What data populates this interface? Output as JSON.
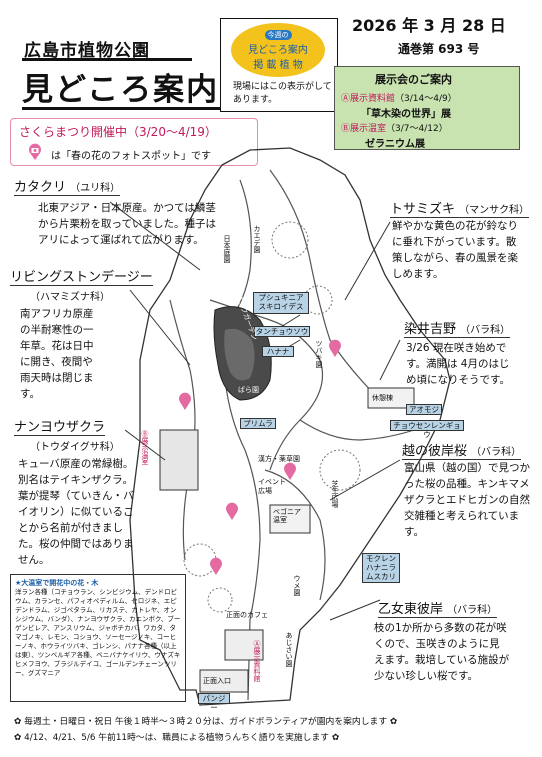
{
  "header": {
    "park": "広島市植物公園",
    "title": "見どころ案内",
    "date": "2026 年 3 月 28 日",
    "issue": "通巻第 693 号"
  },
  "sample": {
    "tag": "今週の",
    "line1": "見どころ案内",
    "line2": "掲 載 植 物",
    "note": "現場にはこの表示がしてあります。"
  },
  "exhibitions": {
    "title": "展示会のご案内",
    "items": [
      {
        "mark": "Ⓐ展示資料館",
        "dates": "（3/14〜4/9）",
        "name": "「草木染の世界」展"
      },
      {
        "mark": "Ⓑ展示温室",
        "dates": "（3/7〜4/12）",
        "name": "ゼラニウム展"
      }
    ]
  },
  "sakura": {
    "title": "さくらまつり開催中（3/20〜4/19）",
    "note": "は「春の花のフォトスポット」です"
  },
  "plants": {
    "katakuri": {
      "name": "カタクリ",
      "family": "（ユリ科）",
      "desc": "北東アジア・日本原産。かつては鱗茎から片栗粉を取っていました。種子はアリによって運ばれて広がります。"
    },
    "livingstone": {
      "name": "リビングストンデージー",
      "family": "（ハマミズナ科）",
      "desc": "南アフリカ原産の半耐寒性の一年草。花は日中に開き、夜間や雨天時は閉じます。"
    },
    "nanyo": {
      "name": "ナンヨウザクラ",
      "family": "（トウダイグサ科）",
      "desc": "キューバ原産の常緑樹。別名はテイキンザクラ。葉が提琴（ていきん・バイオリン）に似ていることから名前が付きました。桜の仲間ではありません。"
    },
    "tosamizuki": {
      "name": "トサミズキ",
      "family": "（マンサク科）",
      "desc": "鮮やかな黄色の花が鈴なりに垂れ下がっています。散策しながら、春の風景を楽しめます。"
    },
    "someiyoshino": {
      "name": "染井吉野",
      "family": "（バラ科）",
      "desc": "3/26 現在咲き始めです。満開は 4月のはじめ頃になりそうです。"
    },
    "koshinohigan": {
      "name": "越の彼岸桜",
      "family": "（バラ科）",
      "desc": "富山県（越の国）で見つかった桜の品種。キンキマメザクラとエドヒガンの自然交雑種と考えられています。"
    },
    "otomehigan": {
      "name": "乙女東彼岸",
      "family": "（バラ科）",
      "desc": "枝の1か所から多数の花が咲くので、玉咲きのように見えます。栽培している施設が少ない珍しい桜です。"
    }
  },
  "map_labels": {
    "pushkinia": "プシュキニア\nスキロイデス",
    "tanchou": "タンチョウソウ",
    "hanana": "ハナナ",
    "primula": "プリムラ",
    "aomoji": "アオモジ",
    "chouseng": "チョウセンレンギョウ",
    "mokuren": "モクレン\nハナニラ\nムスカリ",
    "pansy": "パンジー",
    "nihonteien": "日本庭園",
    "kaede": "カエデ園",
    "rose": "ばら園",
    "tsubaki": "ツバキ園",
    "begonia": "ベゴニア\n温室",
    "event": "イベント\n広場",
    "kyukei": "休憩棟",
    "cafe": "正面のカフェ",
    "kanpou": "漢方・薬草園",
    "shibafu": "芝生広場",
    "exhibit_bldg": "Ⓐ展示資料館",
    "exhibit_gh": "Ⓑ展示温室",
    "ume": "ウメ園",
    "ajisai": "あじさい園",
    "gate": "正面入口",
    "wall": "ロックガーデン"
  },
  "legend": {
    "title": "★大温室で開花中の花・木",
    "text": "洋ラン各種（コチョウラン、シンビジウム、デンドロビウム、カランセ、パフィオペディルム、セロジネ、エピデンドラム、ジゴペタラム、リカステ、カトレヤ、オンシジウム、バンダ）、ナンヨウザクラ、カエンボク、ブーゲンビレア、アンスリウム、ジャボチカバ、ワカタ、タマゴノキ、レモン、コショウ、ソーセージノキ、コーヒーノキ、ホウライツバキ、ゴレンシ、パナナ各種（以上は東）、ツンベルギア各種、ベニバナケイリウ、ウナズキヒメフヨウ、ブラジルデイコ、ゴールデンチェーンツリー、グズマニア"
  },
  "footer": {
    "line1": "✿ 毎週土・日曜日・祝日 午後１時半〜３時２０分は、ガイドボランティアが園内を案内します ✿",
    "line2": "✿ 4/12、4/21、5/6 午前11時〜は、職員による植物うんちく語りを実施します ✿"
  }
}
